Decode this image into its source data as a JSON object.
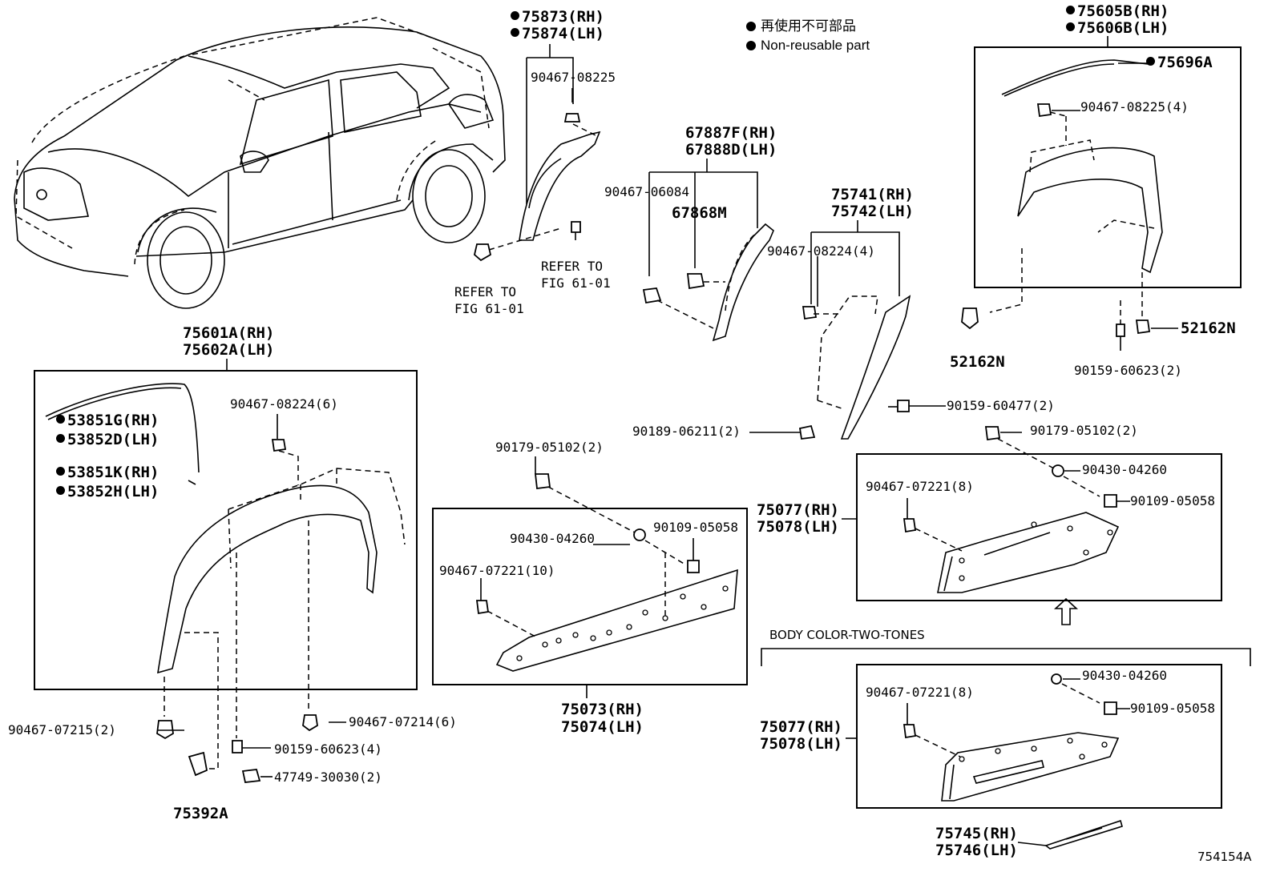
{
  "legend": {
    "jp": "再使用不可部品",
    "en": "Non-reusable part"
  },
  "figure_id": "754154A",
  "section_label": "BODY COLOR-TWO-TONES",
  "labels": {
    "p75873": "75873(RH)",
    "p75874": "75874(LH)",
    "p90467_08225_top": "90467-08225",
    "refer1": "REFER TO",
    "fig1": "FIG 61-01",
    "refer2": "REFER TO",
    "fig2": "FIG 61-01",
    "p67887f": "67887F(RH)",
    "p67888d": "67888D(LH)",
    "p90467_06084": "90467-06084",
    "p67868m": "67868M",
    "p75741": "75741(RH)",
    "p75742": "75742(LH)",
    "p90467_08224_4": "90467-08224(4)",
    "p75605b": "75605B(RH)",
    "p75606b": "75606B(LH)",
    "p75696a": "75696A",
    "p90467_08225_4": "90467-08225(4)",
    "p52162n_left": "52162N",
    "p52162n_right": "52162N",
    "p90159_60623_2": "90159-60623(2)",
    "p90159_60477_2": "90159-60477(2)",
    "p90189_06211_2": "90189-06211(2)",
    "p90179_05102_2_right": "90179-05102(2)",
    "p90430_04260_right": "90430-04260",
    "p90467_07221_8_a": "90467-07221(8)",
    "p90109_05058_right": "90109-05058",
    "p75077_a": "75077(RH)",
    "p75078_a": "75078(LH)",
    "p75601a": "75601A(RH)",
    "p75602a": "75602A(LH)",
    "p53851g": "53851G(RH)",
    "p53852d": "53852D(LH)",
    "p53851k": "53851K(RH)",
    "p53852h": "53852H(LH)",
    "p90467_08224_6": "90467-08224(6)",
    "p90467_07215_2": "90467-07215(2)",
    "p90467_07214_6": "90467-07214(6)",
    "p90159_60623_4": "90159-60623(4)",
    "p47749_30030_2": "47749-30030(2)",
    "p75392a": "75392A",
    "p90179_05102_2_mid": "90179-05102(2)",
    "p90430_04260_mid": "90430-04260",
    "p90109_05058_mid": "90109-05058",
    "p90467_07221_10": "90467-07221(10)",
    "p75073": "75073(RH)",
    "p75074": "75074(LH)",
    "p90430_04260_low": "90430-04260",
    "p90467_07221_8_b": "90467-07221(8)",
    "p90109_05058_low": "90109-05058",
    "p75077_b": "75077(RH)",
    "p75078_b": "75078(LH)",
    "p75745": "75745(RH)",
    "p75746": "75746(LH)"
  },
  "colors": {
    "line": "#000000",
    "background": "#ffffff"
  }
}
